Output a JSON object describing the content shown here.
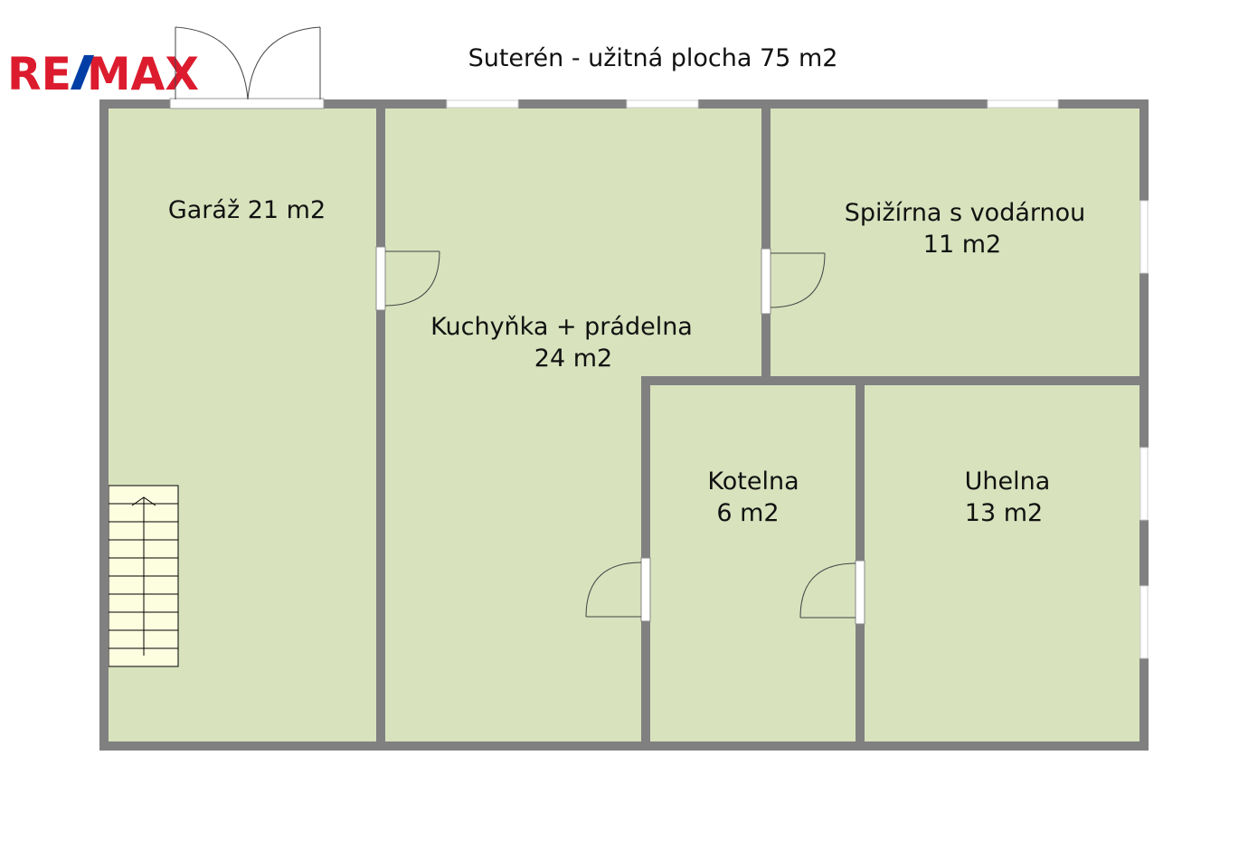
{
  "title": "Suterén - užitná plocha 75 m2",
  "logo": {
    "text": "RE/MAX",
    "red": "#dc1c2e",
    "blue": "#003da5"
  },
  "colors": {
    "wall": "#808080",
    "floor": "#d8e2bd",
    "stairs": "#fdfde0"
  },
  "rooms": [
    {
      "name": "Garáž 21 m2",
      "area": ""
    },
    {
      "name": "Kuchyňka + prádelna",
      "area": "24 m2"
    },
    {
      "name": "Spižírna s vodárnou",
      "area": "11 m2"
    },
    {
      "name": "Kotelna",
      "area": "6 m2"
    },
    {
      "name": "Uhelna",
      "area": "13 m2"
    }
  ]
}
